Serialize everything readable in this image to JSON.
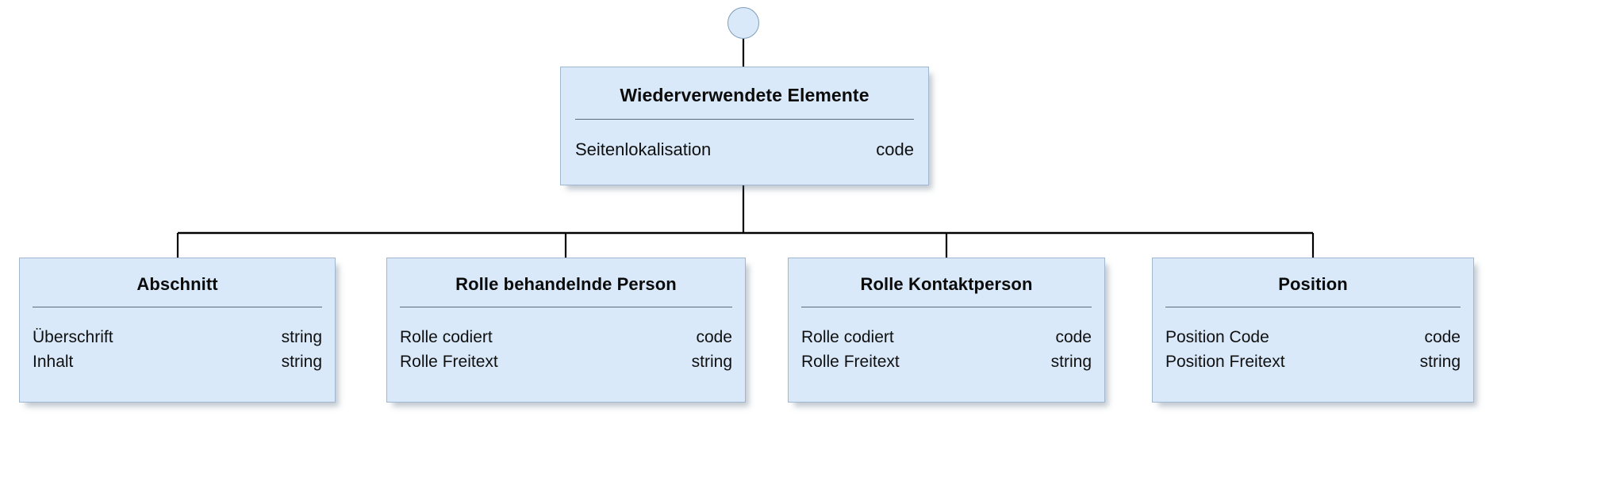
{
  "diagram": {
    "type": "uml-class-hierarchy",
    "background_color": "#ffffff",
    "box_fill_color": "#d9e9fa",
    "box_border_color": "#9fb8cf",
    "divider_color": "#5c6b78",
    "connector_color": "#000000",
    "root_marker": {
      "shape": "circle",
      "name": "root-connector-circle"
    },
    "root_class": {
      "title": "Wiederverwendete Elemente",
      "attributes": [
        {
          "name": "Seitenlokalisation",
          "type": "code"
        }
      ]
    },
    "child_classes": [
      {
        "title": "Abschnitt",
        "attributes": [
          {
            "name": "Überschrift",
            "type": "string"
          },
          {
            "name": "Inhalt",
            "type": "string"
          }
        ]
      },
      {
        "title": "Rolle behandelnde Person",
        "attributes": [
          {
            "name": "Rolle codiert",
            "type": "code"
          },
          {
            "name": "Rolle Freitext",
            "type": "string"
          }
        ]
      },
      {
        "title": "Rolle Kontaktperson",
        "attributes": [
          {
            "name": "Rolle codiert",
            "type": "code"
          },
          {
            "name": "Rolle Freitext",
            "type": "string"
          }
        ]
      },
      {
        "title": "Position",
        "attributes": [
          {
            "name": "Position Code",
            "type": "code"
          },
          {
            "name": "Position Freitext",
            "type": "string"
          }
        ]
      }
    ]
  }
}
